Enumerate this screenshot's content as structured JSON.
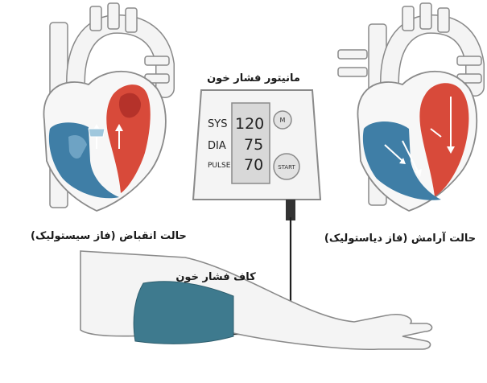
{
  "labels": {
    "systolic_caption": "حالت انقباض (فاز سیستولیک)",
    "diastolic_caption": "حالت آرامش (فاز دیاستولیک)",
    "monitor_title": "مانیتور فشار خون",
    "cuff_label": "کاف فشار خون"
  },
  "monitor": {
    "sys_label": "SYS",
    "sys_value": "120",
    "dia_label": "DIA",
    "dia_value": "75",
    "pulse_label": "PULSE",
    "pulse_value": "70",
    "m_button": "M",
    "start_button": "START"
  },
  "colors": {
    "oxygenated": "#d84a3a",
    "deoxygenated": "#3f7ea6",
    "cuff": "#3e7a8e",
    "outline": "#8a8a8a",
    "vessel_fill": "#f4f4f4"
  }
}
